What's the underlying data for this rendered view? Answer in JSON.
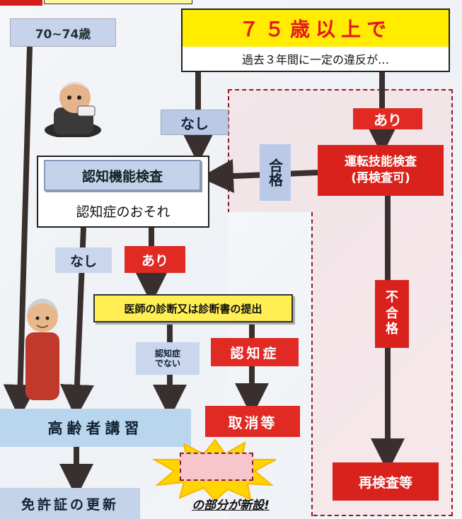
{
  "age_label": "70~74歳",
  "header": {
    "title": "７５歳以上で",
    "subtitle": "過去３年間に一定の違反が…"
  },
  "branch": {
    "nashi_top": "なし",
    "ari_top": "あり",
    "gokaku": "合格",
    "unten_line1": "運転技能検査",
    "unten_line2": "(再検査可)"
  },
  "ninchi": {
    "title": "認知機能検査",
    "subtitle": "認知症のおそれ"
  },
  "mid": {
    "nashi": "なし",
    "ari": "あり"
  },
  "doctor": "医師の診断又は診断書の提出",
  "not_dementia": {
    "line1": "認知症",
    "line2": "でない"
  },
  "dementia": "認知症",
  "fugokaku": [
    "不",
    "合",
    "格"
  ],
  "koureisha": "高齢者講習",
  "torikeshi": "取消等",
  "saikensa": "再検査等",
  "menkyo": "免許証の更新",
  "legend": "の部分が新設!",
  "colors": {
    "red": "#e02a23",
    "yellow": "#ffec00",
    "blue": "#b9c9e6",
    "dash": "#8e1b2a"
  }
}
